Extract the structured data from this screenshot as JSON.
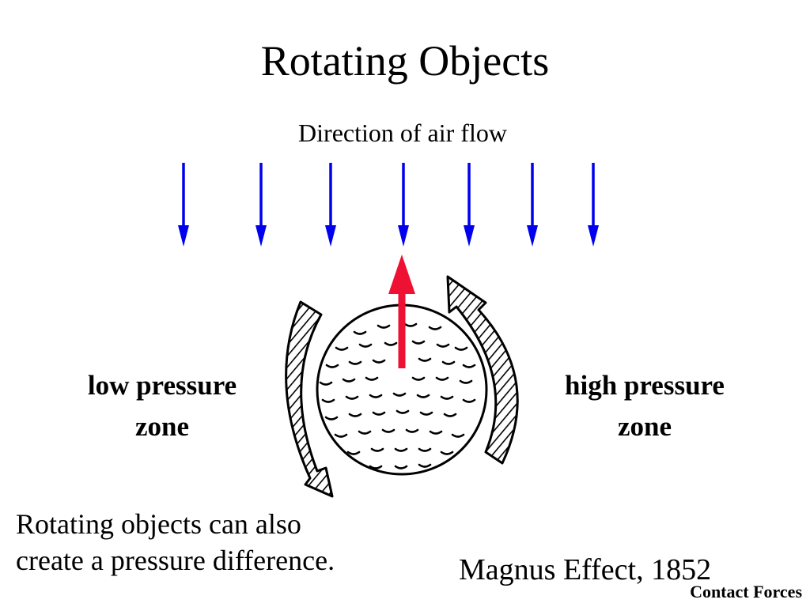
{
  "slide": {
    "title": "Rotating Objects",
    "airflow_label": "Direction of air flow",
    "low_zone_line1": "low pressure",
    "low_zone_line2": "zone",
    "high_zone_line1": "high pressure",
    "high_zone_line2": "zone",
    "caption_line1": "Rotating objects can also",
    "caption_line2": "create a pressure difference.",
    "citation": "Magnus Effect, 1852",
    "footer": "Contact Forces"
  },
  "colors": {
    "airflow_arrow": "#0000ee",
    "force_arrow": "#ee1133",
    "ink": "#000000",
    "background": "#ffffff"
  },
  "diagram": {
    "airflow_arrow_count": 7,
    "icons": [
      "down-arrow-icon",
      "up-arrow-icon",
      "curved-rotation-arrow-icon",
      "ball-icon"
    ]
  }
}
